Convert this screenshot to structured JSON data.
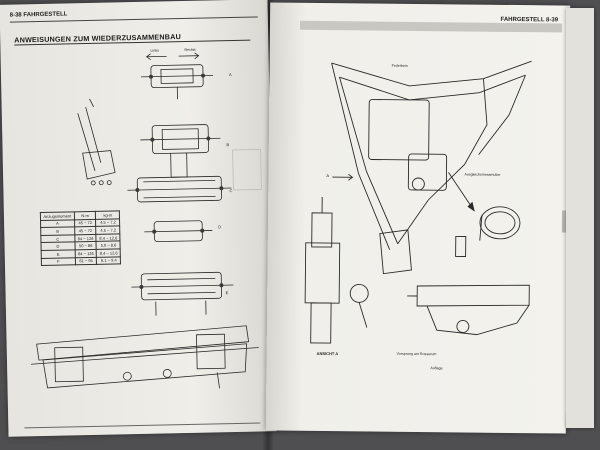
{
  "left_page": {
    "header": "8-38 FAHRGESTELL",
    "section_title": "ANWEISUNGEN ZUM WIEDERZUSAMMENBAU",
    "direction_labels": {
      "left": "Links",
      "right": "Rechts"
    },
    "callouts": [
      "A",
      "B",
      "C",
      "D",
      "E"
    ],
    "torque_table": {
      "headers": [
        "Anzugsmoment",
        "N·m",
        "kg-m"
      ],
      "rows": [
        [
          "A",
          "45 ~ 72",
          "4,5 ~ 7,2"
        ],
        [
          "B",
          "45 ~ 72",
          "4,5 ~ 7,2"
        ],
        [
          "C",
          "84 ~ 126",
          "8,4 ~ 12,6"
        ],
        [
          "D",
          "50 ~ 86",
          "5,0 ~ 8,6"
        ],
        [
          "E",
          "84 ~ 126",
          "8,4 ~ 12,6"
        ],
        [
          "F",
          "61 ~ 94",
          "6,1 ~ 9,4"
        ]
      ]
    }
  },
  "right_page": {
    "header": "FAHRGESTELL 8-39",
    "labels": {
      "federbein": "Federbein",
      "ausgleich": "Ausgleichsmessmutter",
      "a_marker": "A",
      "ansicht": "ANSICHT A",
      "vorsprung": "Vorsprung am Rosserum",
      "auflage": "Auflage"
    }
  },
  "colors": {
    "paper": "#ecebe6",
    "ink": "#1f1f1f",
    "background": "#4f4f52"
  }
}
